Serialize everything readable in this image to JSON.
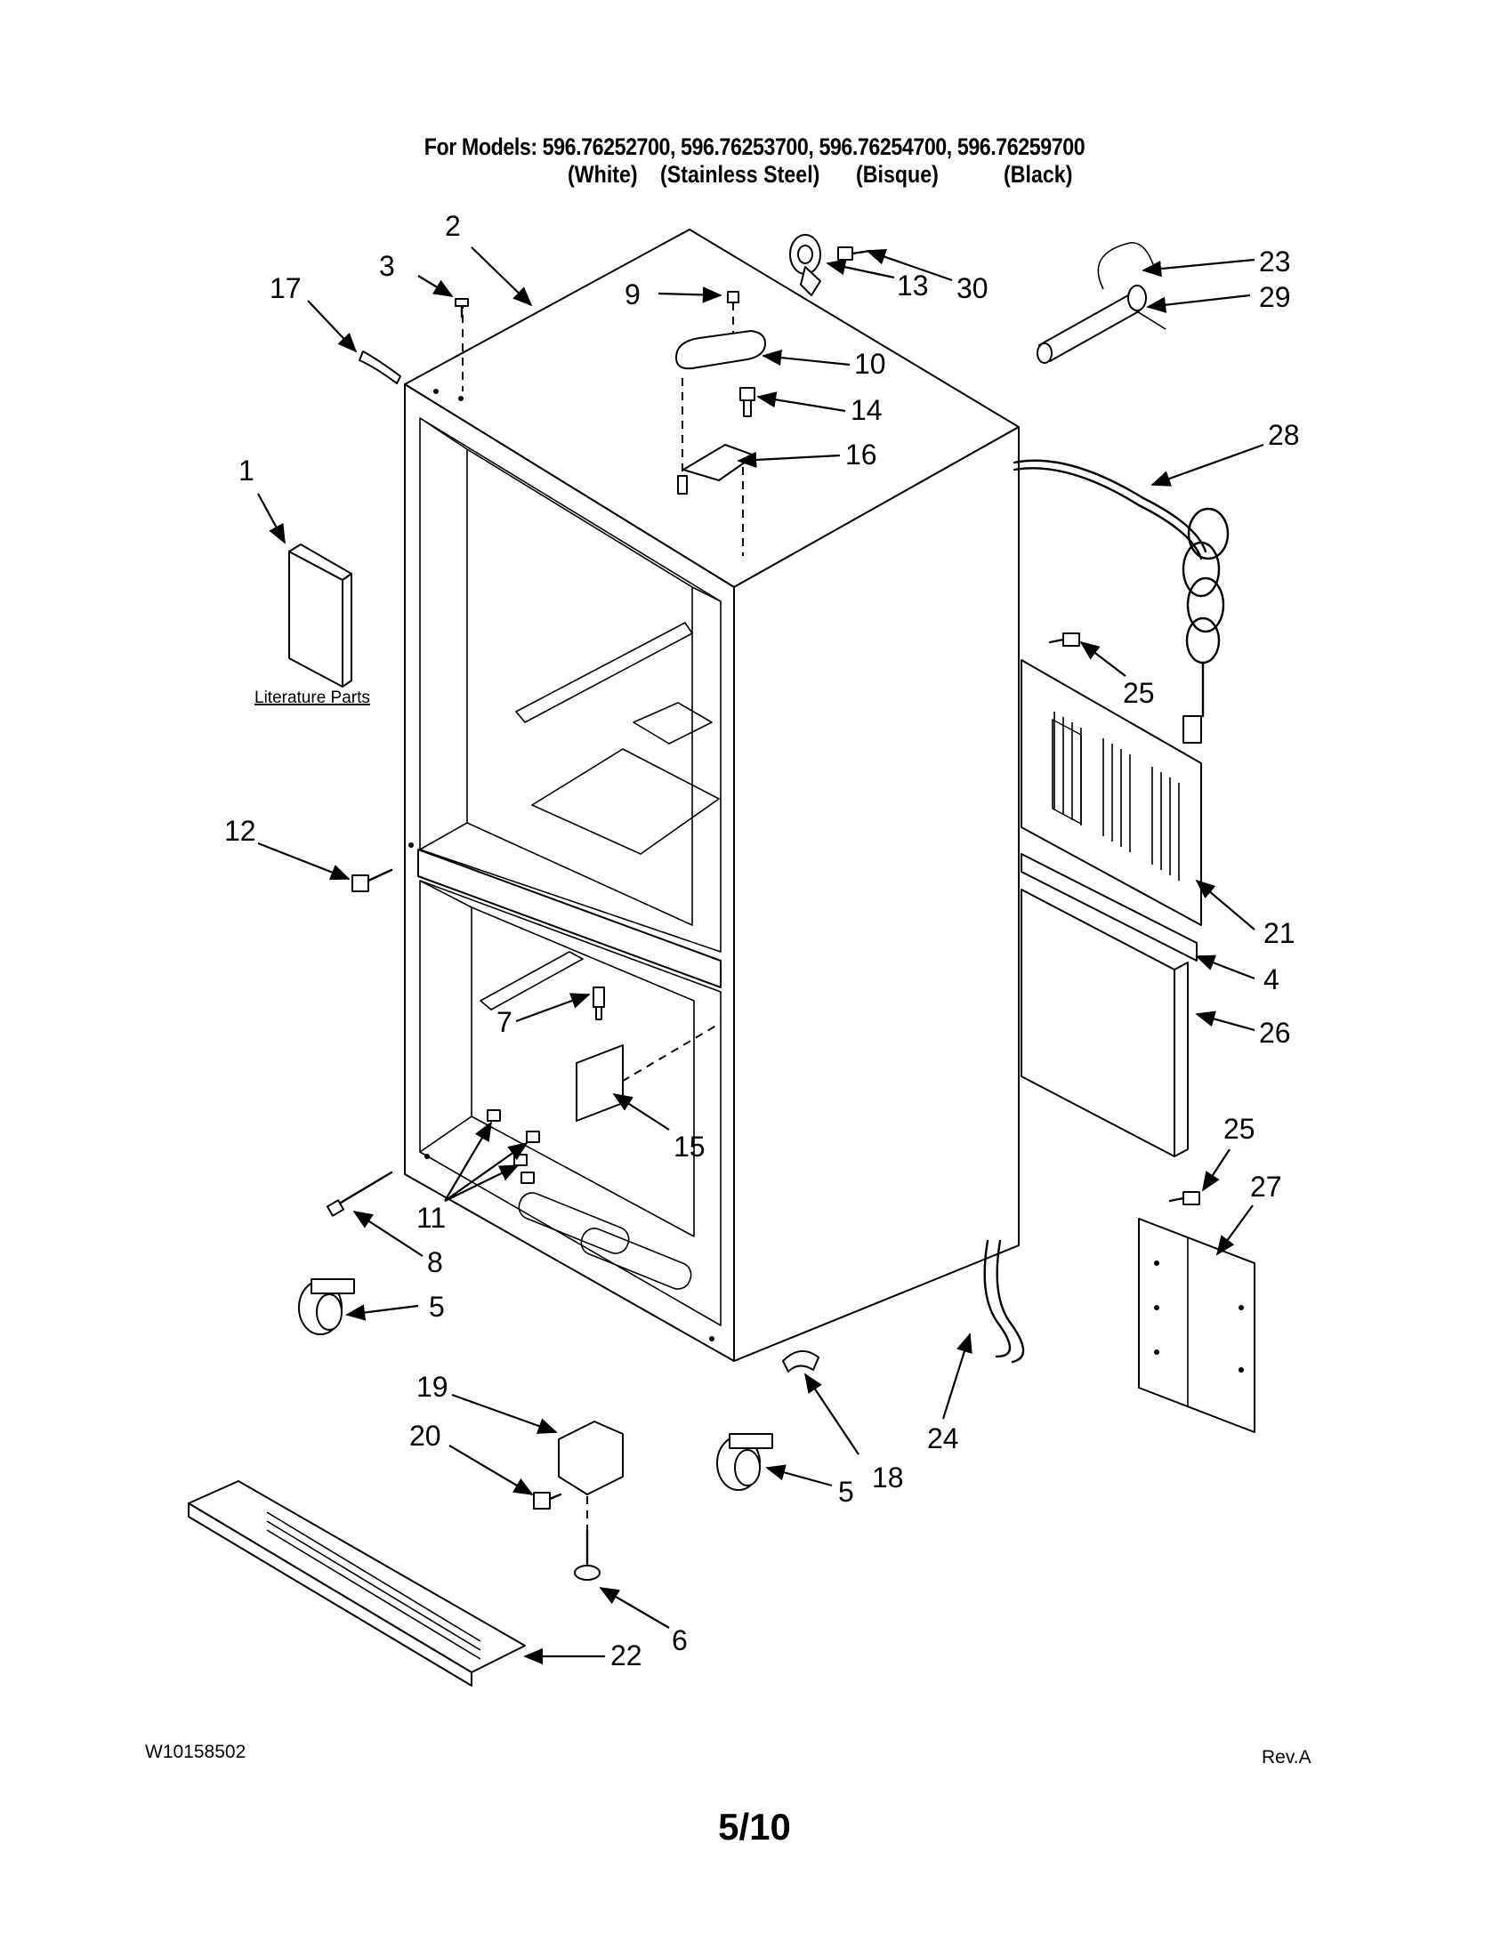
{
  "header": {
    "title": "For Models: 596.76252700, 596.76253700, 596.76254700, 596.76259700",
    "colors": [
      "(White)",
      "(Stainless Steel)",
      "(Bisque)",
      "(Black)"
    ]
  },
  "literature_label": "Literature Parts",
  "callouts": [
    {
      "id": "c1",
      "label": "1"
    },
    {
      "id": "c2",
      "label": "2"
    },
    {
      "id": "c3",
      "label": "3"
    },
    {
      "id": "c4",
      "label": "4"
    },
    {
      "id": "c5a",
      "label": "5"
    },
    {
      "id": "c5b",
      "label": "5"
    },
    {
      "id": "c6",
      "label": "6"
    },
    {
      "id": "c7",
      "label": "7"
    },
    {
      "id": "c8",
      "label": "8"
    },
    {
      "id": "c9",
      "label": "9"
    },
    {
      "id": "c10",
      "label": "10"
    },
    {
      "id": "c11",
      "label": "11"
    },
    {
      "id": "c12",
      "label": "12"
    },
    {
      "id": "c13",
      "label": "13"
    },
    {
      "id": "c14",
      "label": "14"
    },
    {
      "id": "c15",
      "label": "15"
    },
    {
      "id": "c16",
      "label": "16"
    },
    {
      "id": "c17",
      "label": "17"
    },
    {
      "id": "c18",
      "label": "18"
    },
    {
      "id": "c19",
      "label": "19"
    },
    {
      "id": "c20",
      "label": "20"
    },
    {
      "id": "c21",
      "label": "21"
    },
    {
      "id": "c22",
      "label": "22"
    },
    {
      "id": "c23",
      "label": "23"
    },
    {
      "id": "c24",
      "label": "24"
    },
    {
      "id": "c25a",
      "label": "25"
    },
    {
      "id": "c25b",
      "label": "25"
    },
    {
      "id": "c26",
      "label": "26"
    },
    {
      "id": "c27",
      "label": "27"
    },
    {
      "id": "c28",
      "label": "28"
    },
    {
      "id": "c29",
      "label": "29"
    },
    {
      "id": "c30",
      "label": "30"
    }
  ],
  "footer": {
    "doc_id": "W10158502",
    "revision": "Rev.A",
    "page": "5/10"
  }
}
